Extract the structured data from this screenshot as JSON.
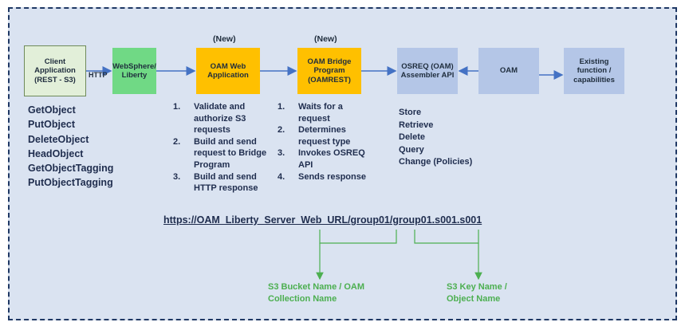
{
  "boxes": {
    "client": "Client Application (REST - S3)",
    "websphere": "WebSphere/ Liberty",
    "oam_web": "OAM Web Application",
    "oam_bridge": "OAM Bridge Program (OAMREST)",
    "osreq": "OSREQ (OAM) Assembler API",
    "oam": "OAM",
    "existing": "Existing function / capabilities"
  },
  "new_tag_web": "(New)",
  "new_tag_bridge": "(New)",
  "http_label": "HTTP",
  "operations": [
    "GetObject",
    "PutObject",
    "DeleteObject",
    "HeadObject",
    "GetObjectTagging",
    "PutObjectTagging"
  ],
  "web_steps": [
    {
      "num": "1.",
      "text": "Validate and authorize S3 requests"
    },
    {
      "num": "2.",
      "text": "Build and send request to Bridge Program"
    },
    {
      "num": "3.",
      "text": "Build and send HTTP response"
    }
  ],
  "bridge_steps": [
    {
      "num": "1.",
      "text": "Waits for a request"
    },
    {
      "num": "2.",
      "text": "Determines request type"
    },
    {
      "num": "3.",
      "text": "Invokes OSREQ API"
    },
    {
      "num": "4.",
      "text": "Sends  response"
    }
  ],
  "osreq_functions": [
    "Store",
    "Retrieve",
    "Delete",
    "Query",
    "Change (Policies)"
  ],
  "url": "https://OAM_Liberty_Server_Web_URL/group01/group01.s001.s001",
  "bucket_label_line1": "S3 Bucket Name / OAM",
  "bucket_label_line2": "Collection Name",
  "key_label_line1": "S3 Key Name /",
  "key_label_line2": "Object Name",
  "colors": {
    "frame_border": "#1f3864",
    "frame_bg": "#dae3f1",
    "new_box": "#ffc000",
    "websphere": "#70d985",
    "client": "#e2efd9",
    "osreq_box": "#b4c6e7",
    "arrow": "#4472c4",
    "green_label": "#4caf50"
  }
}
